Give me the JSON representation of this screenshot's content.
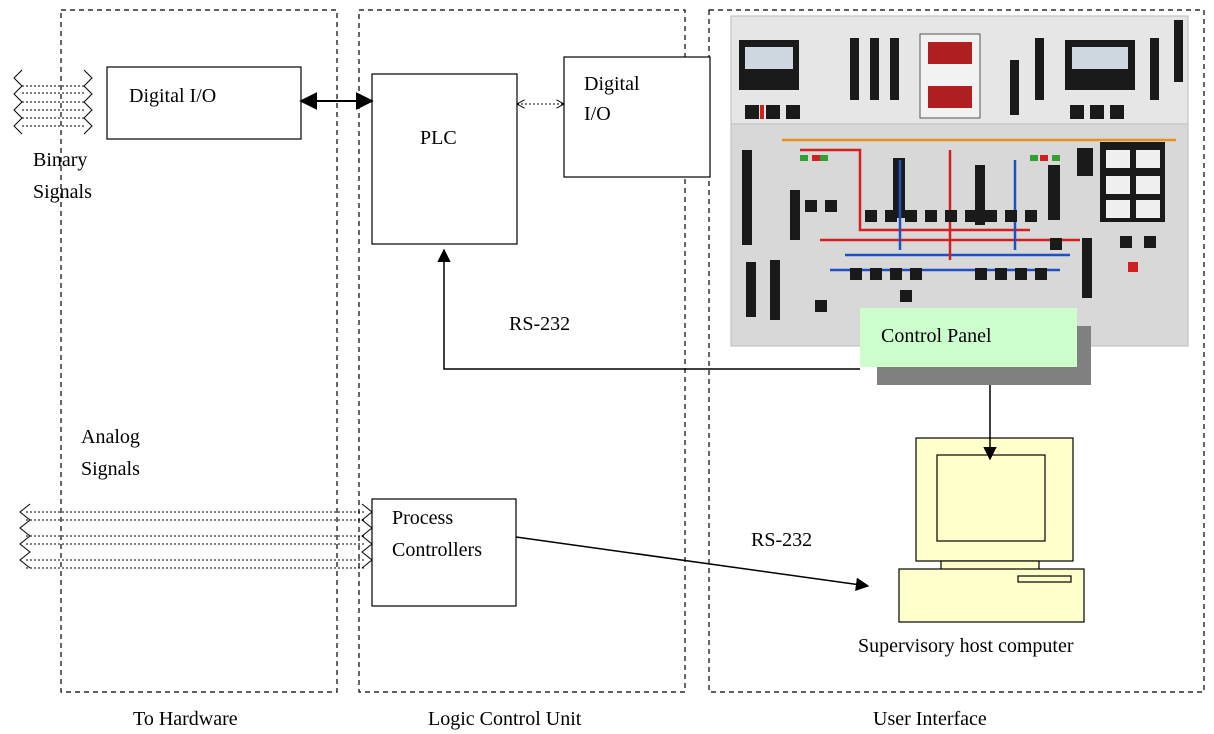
{
  "regions": {
    "hardware": "To Hardware",
    "logic": "Logic Control Unit",
    "user": "User Interface"
  },
  "blocks": {
    "digital_io_left": "Digital I/O",
    "plc": "PLC",
    "digital_io_right_line1": "Digital",
    "digital_io_right_line2": "I/O",
    "process_controllers_line1": "Process",
    "process_controllers_line2": "Controllers",
    "control_panel": "Control Panel",
    "supervisory": "Supervisory host computer"
  },
  "signals": {
    "binary_line1": "Binary",
    "binary_line2": "Signals",
    "analog_line1": "Analog",
    "analog_line2": "Signals"
  },
  "links": {
    "rs232_plc": "RS-232",
    "rs232_host": "RS-232"
  },
  "colors": {
    "control_panel_label_bg": "#ccffcc",
    "label_shadow": "#808080",
    "computer_fill": "#ffffcc",
    "panel_body": "#dcdcdc",
    "panel_dark": "#1a1a1a",
    "wire_red": "#d22020",
    "wire_blue": "#2050c0",
    "wire_orange": "#e89020"
  }
}
